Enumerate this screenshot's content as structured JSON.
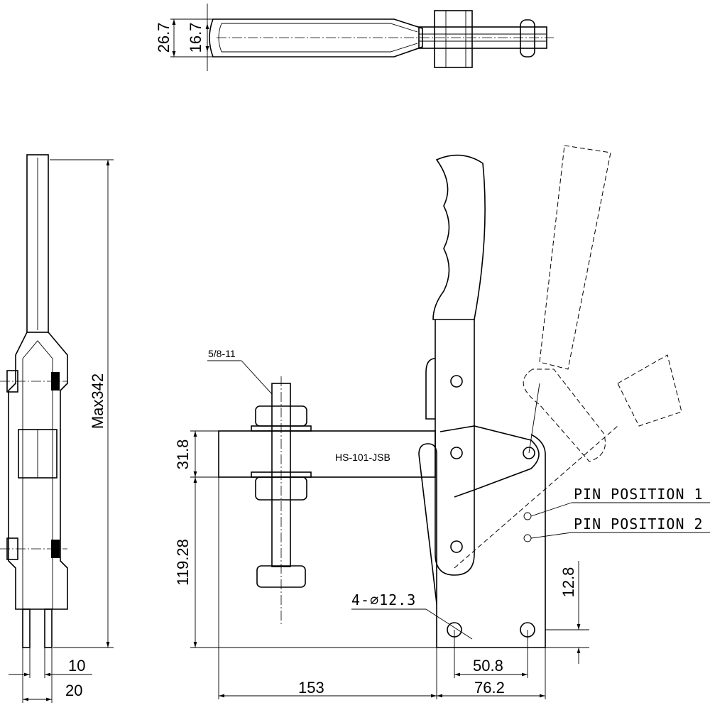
{
  "drawing": {
    "model_label": "HS-101-JSB",
    "thread_label": "5/8-11",
    "hole_label": "4-⌀12.3",
    "pin_position_1": "PIN POSITION 1",
    "pin_position_2": "PIN POSITION 2",
    "dimensions": {
      "top_outer_width": "26.7",
      "top_inner_width": "16.7",
      "max_height": "Max342",
      "side_10": "10",
      "side_20": "20",
      "arm_height": "31.8",
      "arm_to_base": "119.28",
      "base_offset": "12.8",
      "hole_spacing": "50.8",
      "arm_length": "153",
      "base_width": "76.2"
    }
  }
}
